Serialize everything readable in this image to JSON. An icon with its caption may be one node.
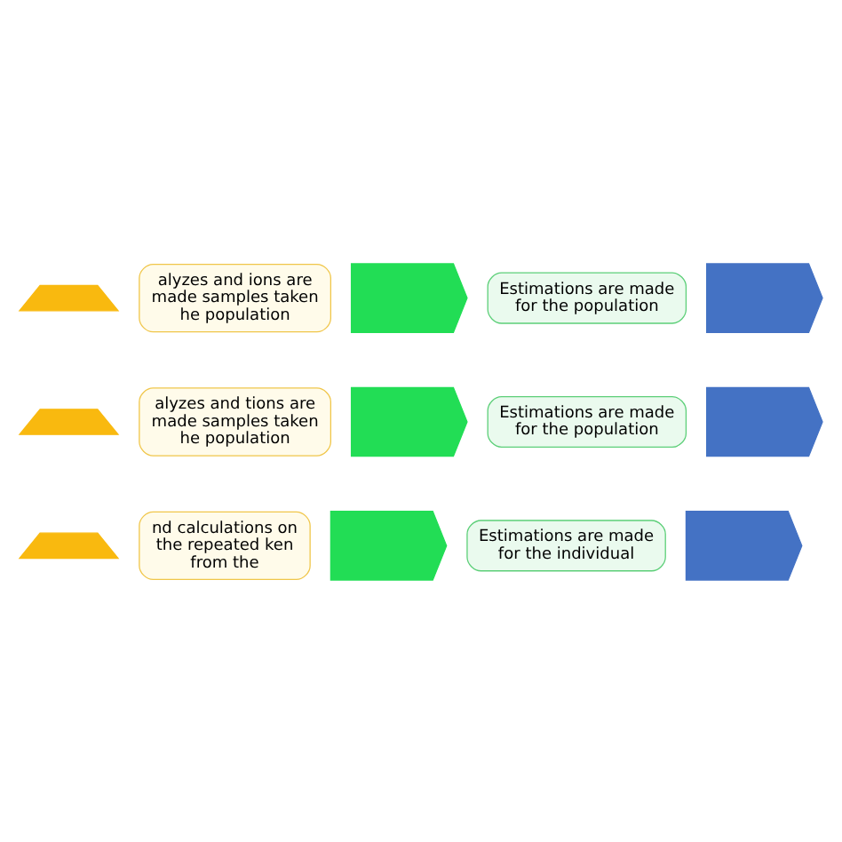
{
  "diagram": {
    "nodes": [
      {
        "text": [],
        "shape": "tab"
      },
      {
        "text": [
          "alyzes and ions are made samples taken he population"
        ]
      },
      {
        "text": [],
        "shape": "chevron"
      },
      {
        "text": [
          "Estimations are made for the population"
        ]
      },
      {
        "text": [],
        "shape": "chevron"
      },
      {
        "text": [],
        "shape": "tab"
      },
      {
        "text": [
          "alyzes and tions are made samples taken he population"
        ]
      },
      {
        "text": [],
        "shape": "chevron"
      },
      {
        "text": [
          "Estimations are made for the population"
        ]
      },
      {
        "text": [],
        "shape": "chevron"
      },
      {
        "text": [],
        "shape": "tab"
      },
      {
        "text": [
          "nd calculations on the repeated ken from the"
        ]
      },
      {
        "text": [],
        "shape": "chevron"
      },
      {
        "text": [
          "Estimations are made for the individual"
        ]
      },
      {
        "text": [],
        "shape": "chevron"
      }
    ],
    "edges": []
  }
}
